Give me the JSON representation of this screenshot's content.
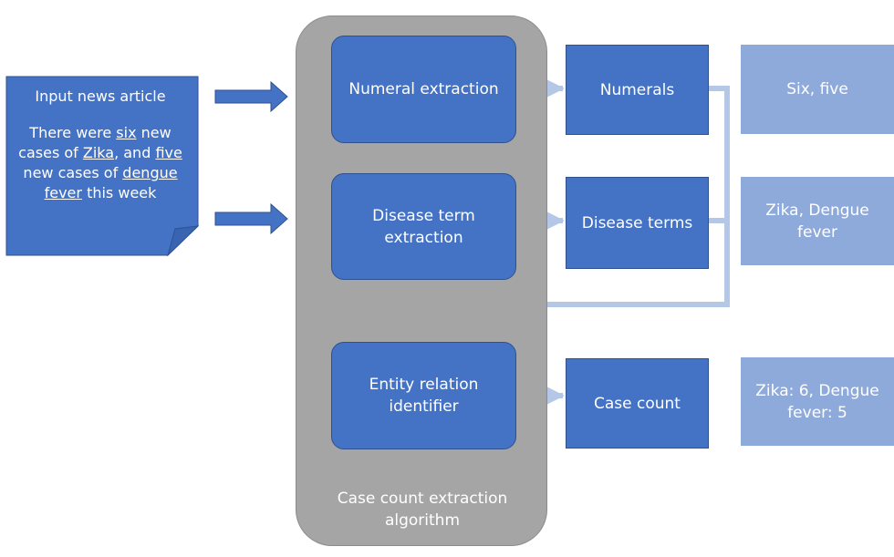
{
  "article": {
    "title": "Input news article",
    "parts": [
      "There were ",
      "six",
      " new cases of ",
      "Zika",
      ", and ",
      "five",
      " new cases of ",
      "dengue fever",
      " this week"
    ]
  },
  "algorithm": {
    "label": "Case count extraction algorithm",
    "steps": [
      "Numeral extraction",
      "Disease term extraction",
      "Entity relation identifier"
    ]
  },
  "outputs": [
    "Numerals",
    "Disease terms",
    "Case count"
  ],
  "values": [
    "Six, five",
    "Zika, Dengue fever",
    "Zika: 6, Dengue fever: 5"
  ],
  "colors": {
    "box_blue": "#4472c4",
    "light_blue": "#8eaadb",
    "container_gray": "#a5a5a5",
    "connector": "#b4c7e7"
  }
}
